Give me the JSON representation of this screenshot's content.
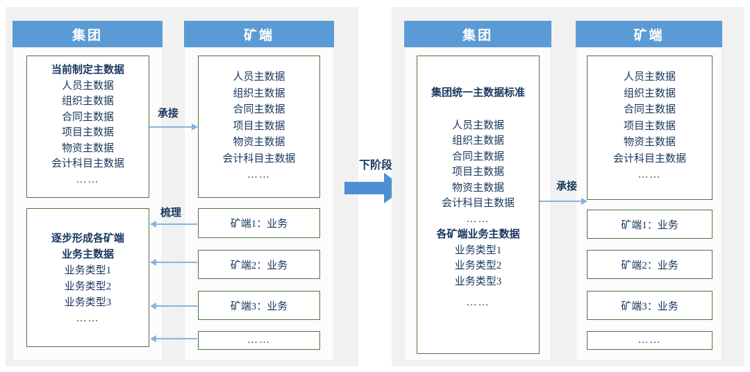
{
  "colors": {
    "header_bg": "#5B9BD5",
    "panel_bg": "#F1F1F2",
    "box_border": "#50713B",
    "text": "#17365D",
    "arrow": "#85B3E2",
    "block_arrow": "#4E8FD4"
  },
  "left_panel": {
    "group_header": "集团",
    "mine_header": "矿端",
    "current_master_box": {
      "title": "当前制定主数据",
      "items": [
        "人员主数据",
        "组织主数据",
        "合同主数据",
        "项目主数据",
        "物资主数据",
        "会计科目主数据",
        "……"
      ]
    },
    "business_master_box": {
      "title_line1": "逐步形成各矿端",
      "title_line2": "业务主数据",
      "items": [
        "业务类型1",
        "业务类型2",
        "业务类型3",
        "……"
      ]
    },
    "mine_master_box": {
      "items": [
        "人员主数据",
        "组织主数据",
        "合同主数据",
        "项目主数据",
        "物资主数据",
        "会计科目主数据",
        "……"
      ]
    },
    "mine_business_boxes": [
      "矿端1：业务",
      "矿端2：业务",
      "矿端3：业务",
      "……"
    ],
    "chengjie_label": "承接",
    "shuli_label": "梳理"
  },
  "transition_label": "下阶段",
  "right_panel": {
    "group_header": "集团",
    "mine_header": "矿端",
    "group_box": {
      "title": "集团统一主数据标准",
      "items": [
        "人员主数据",
        "组织主数据",
        "合同主数据",
        "项目主数据",
        "物资主数据",
        "会计科目主数据",
        "……"
      ],
      "subtitle": "各矿端业务主数据",
      "sub_items": [
        "业务类型1",
        "业务类型2",
        "业务类型3",
        "……"
      ]
    },
    "mine_master_box": {
      "items": [
        "人员主数据",
        "组织主数据",
        "合同主数据",
        "项目主数据",
        "物资主数据",
        "会计科目主数据",
        "……"
      ]
    },
    "mine_business_boxes": [
      "矿端1：业务",
      "矿端2：业务",
      "矿端3：业务",
      "……"
    ],
    "chengjie_label": "承接"
  }
}
